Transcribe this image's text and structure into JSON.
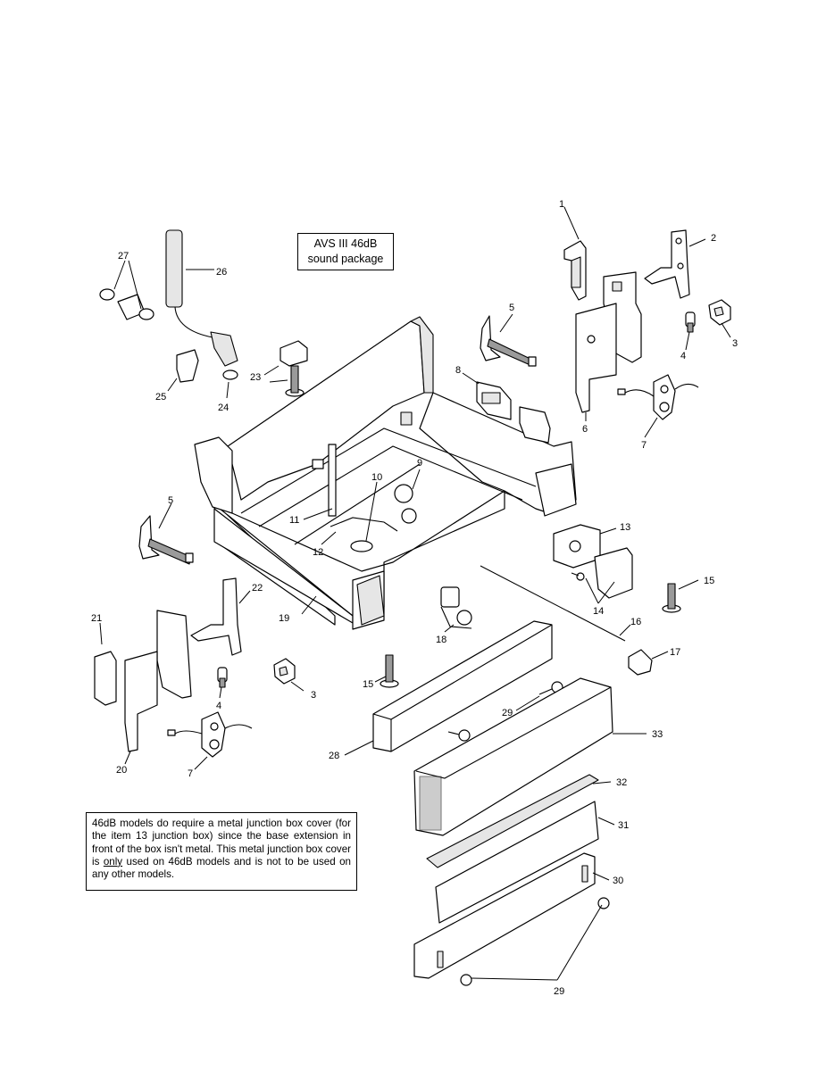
{
  "sound_package_label": {
    "line1": "AVS III 46dB",
    "line2": "sound package"
  },
  "note": {
    "text_before": "46dB models do require a metal junction box cover (for the item 13 junction box) since the base extension in front of the box isn't metal.  This metal junction box cover is ",
    "emphasis": "only",
    "text_after": " used on 46dB models and is not to be used on any other models."
  },
  "callouts": {
    "c1": "1",
    "c2": "2",
    "c3a": "3",
    "c3b": "3",
    "c4a": "4",
    "c4b": "4",
    "c5a": "5",
    "c5b": "5",
    "c6": "6",
    "c7a": "7",
    "c7b": "7",
    "c8": "8",
    "c9": "9",
    "c10": "10",
    "c11": "11",
    "c12": "12",
    "c13": "13",
    "c14": "14",
    "c15a": "15",
    "c15b": "15",
    "c16": "16",
    "c17": "17",
    "c18": "18",
    "c19": "19",
    "c20": "20",
    "c21": "21",
    "c22": "22",
    "c23": "23",
    "c24": "24",
    "c25": "25",
    "c26": "26",
    "c27": "27",
    "c28": "28",
    "c29a": "29",
    "c29b": "29",
    "c30": "30",
    "c31": "31",
    "c32": "32",
    "c33": "33"
  }
}
